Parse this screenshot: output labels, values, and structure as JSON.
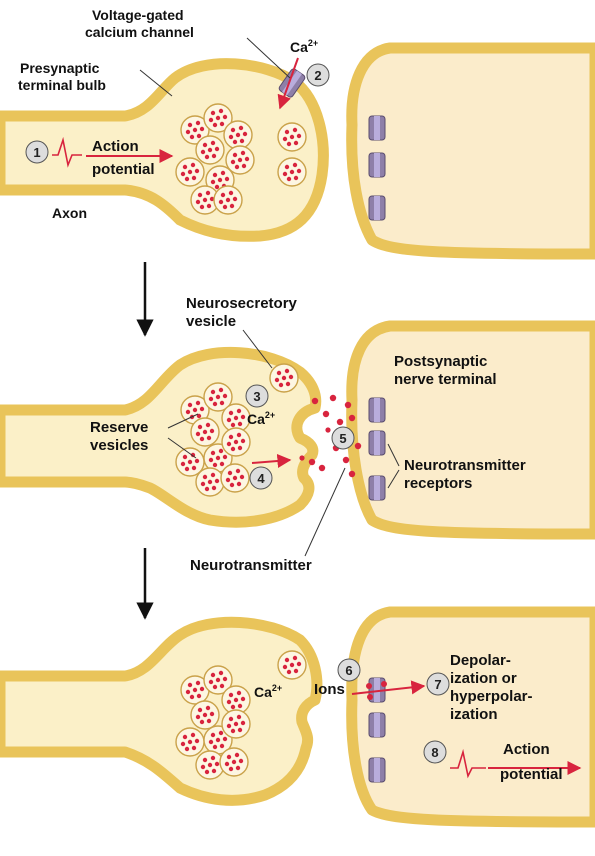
{
  "labels": {
    "voltage_gated_1": "Voltage-gated",
    "voltage_gated_2": "calcium channel",
    "presynaptic_1": "Presynaptic",
    "presynaptic_2": "terminal bulb",
    "ca_top": "Ca",
    "ca_sup": "2+",
    "action_1": "Action",
    "potential_1": "potential",
    "axon": "Axon",
    "neurosecretory_1": "Neurosecretory",
    "neurosecretory_2": "vesicle",
    "postsynaptic_1": "Postsynaptic",
    "postsynaptic_2": "nerve terminal",
    "reserve_1": "Reserve",
    "reserve_2": "vesicles",
    "ca_mid": "Ca",
    "ca_mid_sup": "2+",
    "nt_receptors_1": "Neurotransmitter",
    "nt_receptors_2": "receptors",
    "neurotransmitter": "Neurotransmitter",
    "ca_bot": "Ca",
    "ca_bot_sup": "2+",
    "ions": "Ions",
    "depol_1": "Depolar-",
    "depol_2": "ization or",
    "depol_3": "hyperpolar-",
    "depol_4": "ization",
    "action_2": "Action",
    "potential_2": "potential"
  },
  "steps": [
    "1",
    "2",
    "3",
    "4",
    "5",
    "6",
    "7",
    "8"
  ],
  "colors": {
    "membrane": "#e9c45a",
    "cytoplasm": "#fbf0c8",
    "postsynaptic": "#fbeccb",
    "vesicle_fill": "#fdf6e2",
    "vesicle_dot": "#d8243e",
    "channel": "#8e7fa8",
    "arrow_red": "#d8243e",
    "step_circle": "#dddddd"
  }
}
